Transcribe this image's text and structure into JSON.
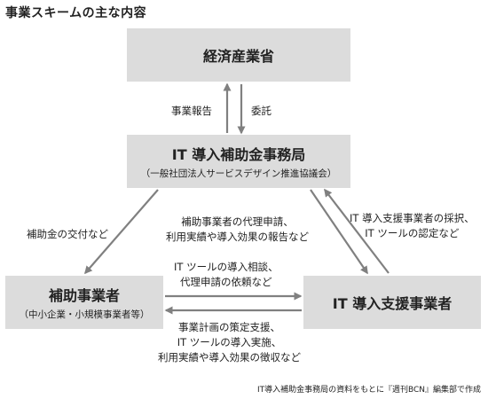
{
  "title": "事業スキームの主な内容",
  "nodes": {
    "meti": {
      "label": "経済産業省"
    },
    "it_office": {
      "label": "IT 導入補助金事務局",
      "sub": "（一般社団法人サービスデザイン推進協議会）"
    },
    "subsidized": {
      "label": "補助事業者",
      "sub": "（中小企業・小規模事業者等）"
    },
    "support_vendor": {
      "label": "IT 導入支援事業者"
    }
  },
  "edges": {
    "report": "事業報告",
    "commission": "委託",
    "grant": "補助金の交付など",
    "proxy_line1": "補助事業者の代理申請、",
    "proxy_line2": "利用実績や導入効果の報告など",
    "adopt_line1": "IT 導入支援事業者の採択、",
    "adopt_line2": "IT ツールの認定など",
    "consult_line1": "IT ツールの導入相談、",
    "consult_line2": "代理申請の依頼など",
    "support_line1": "事業計画の策定支援、",
    "support_line2": "IT ツールの導入実施、",
    "support_line3": "利用実績や導入効果の徴収など"
  },
  "credit": "IT導入補助金事務局の資料をもとに『週刊BCN』編集部で作成",
  "colors": {
    "box": "#dcdcdc",
    "arrow": "#808080",
    "text": "#222222"
  }
}
